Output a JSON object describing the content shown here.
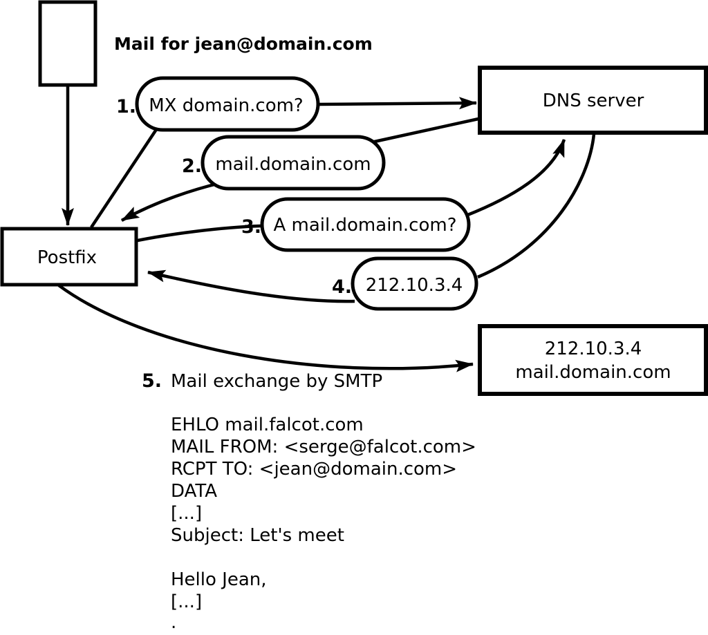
{
  "diagram": {
    "caption": "Mail for jean@domain.com",
    "nodes": {
      "postfix": "Postfix",
      "dns_server": "DNS server",
      "mail_server_line1": "212.10.3.4",
      "mail_server_line2": "mail.domain.com"
    },
    "steps": [
      {
        "number": "1.",
        "label": "MX domain.com?"
      },
      {
        "number": "2.",
        "label": "mail.domain.com"
      },
      {
        "number": "3.",
        "label": "A mail.domain.com?"
      },
      {
        "number": "4.",
        "label": "212.10.3.4"
      },
      {
        "number": "5.",
        "label": "Mail exchange by SMTP"
      }
    ],
    "smtp_session": {
      "lines": [
        "EHLO mail.falcot.com",
        "MAIL FROM: <serge@falcot.com>",
        "RCPT TO: <jean@domain.com>",
        "DATA",
        "[...]",
        "Subject: Let's meet",
        "",
        "Hello Jean,",
        "[...]",
        "."
      ]
    },
    "colors": {
      "stroke": "#000000",
      "background": "#ffffff"
    }
  }
}
